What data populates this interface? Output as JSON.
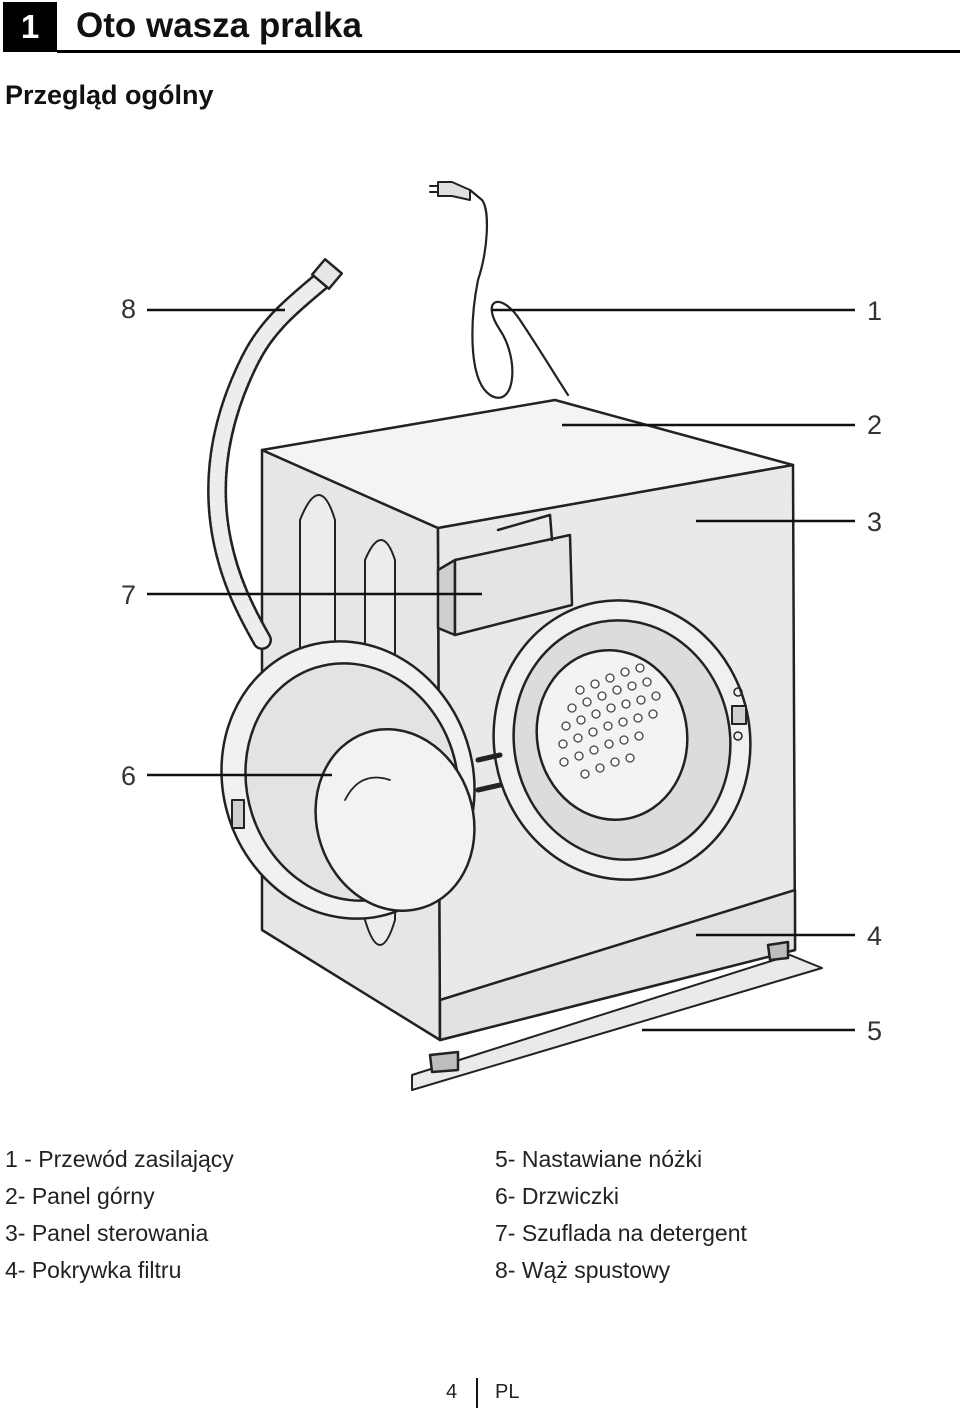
{
  "header": {
    "chapter_number": "1",
    "chapter_title": "Oto wasza pralka",
    "section_title": "Przegląd ogólny"
  },
  "callouts": [
    "1",
    "2",
    "3",
    "4",
    "5",
    "6",
    "7",
    "8"
  ],
  "legend_left": [
    "1 - Przewód zasilający",
    "2- Panel górny",
    "3- Panel sterowania",
    "4- Pokrywka filtru"
  ],
  "legend_right": [
    "5- Nastawiane nóżki",
    "6- Drzwiczki",
    "7- Szuflada na detergent",
    "8- Wąż spustowy"
  ],
  "footer": {
    "page_number": "4",
    "language": "PL"
  }
}
